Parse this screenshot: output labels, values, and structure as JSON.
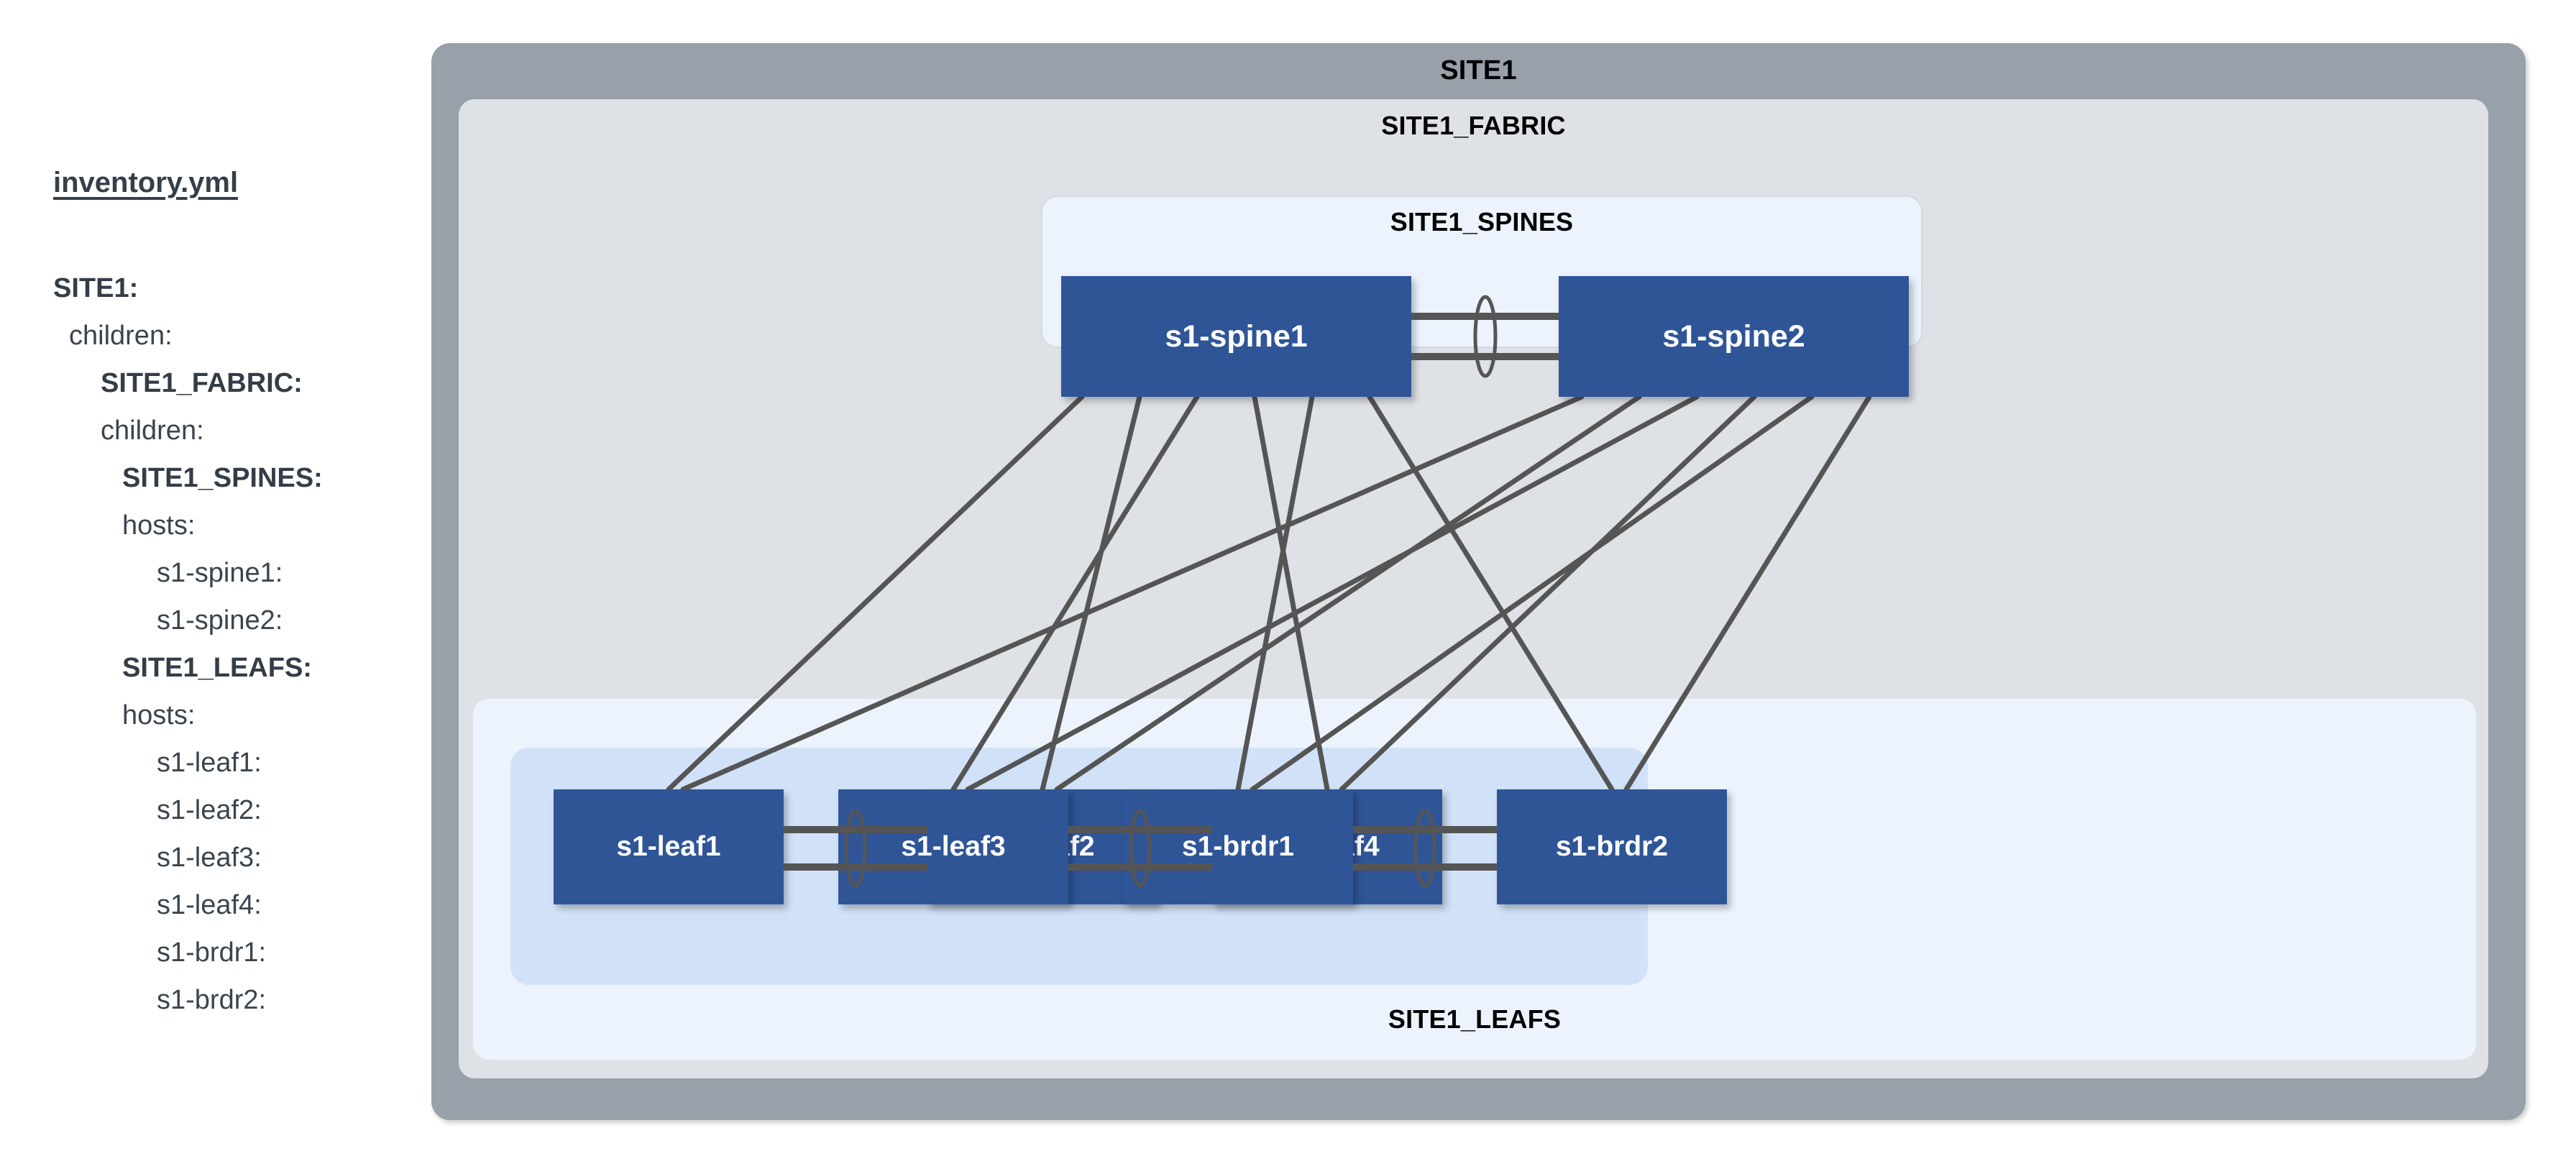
{
  "yaml_panel": {
    "title": "inventory.yml",
    "lines": [
      {
        "text": "SITE1:",
        "indent": 0,
        "bold": true
      },
      {
        "text": "children:",
        "indent": 1,
        "bold": false
      },
      {
        "text": "SITE1_FABRIC:",
        "indent": 2,
        "bold": true
      },
      {
        "text": "children:",
        "indent": 2,
        "bold": false
      },
      {
        "text": "SITE1_SPINES:",
        "indent": 3,
        "bold": true
      },
      {
        "text": "hosts:",
        "indent": 3,
        "bold": false
      },
      {
        "text": "s1-spine1:",
        "indent": 4,
        "bold": false
      },
      {
        "text": "s1-spine2:",
        "indent": 4,
        "bold": false
      },
      {
        "text": "SITE1_LEAFS:",
        "indent": 3,
        "bold": true
      },
      {
        "text": "hosts:",
        "indent": 3,
        "bold": false
      },
      {
        "text": "s1-leaf1:",
        "indent": 4,
        "bold": false
      },
      {
        "text": "s1-leaf2:",
        "indent": 4,
        "bold": false
      },
      {
        "text": "s1-leaf3:",
        "indent": 4,
        "bold": false
      },
      {
        "text": "s1-leaf4:",
        "indent": 4,
        "bold": false
      },
      {
        "text": "s1-brdr1:",
        "indent": 4,
        "bold": false
      },
      {
        "text": "s1-brdr2:",
        "indent": 4,
        "bold": false
      }
    ]
  },
  "diagram": {
    "containers": {
      "site": "SITE1",
      "fabric": "SITE1_FABRIC",
      "spines": "SITE1_SPINES",
      "leafs": "SITE1_LEAFS"
    },
    "nodes": {
      "s1_spine1": "s1-spine1",
      "s1_spine2": "s1-spine2",
      "s1_leaf1": "s1-leaf1",
      "s1_leaf2": "s1-leaf2",
      "s1_leaf3": "s1-leaf3",
      "s1_leaf4": "s1-leaf4",
      "s1_brdr1": "s1-brdr1",
      "s1_brdr2": "s1-brdr2"
    },
    "mlag_pairs": [
      [
        "s1-spine1",
        "s1-spine2"
      ],
      [
        "s1-leaf1",
        "s1-leaf2"
      ],
      [
        "s1-leaf3",
        "s1-leaf4"
      ],
      [
        "s1-brdr1",
        "s1-brdr2"
      ]
    ],
    "uplinks": [
      [
        "s1-spine1",
        "s1-leaf1"
      ],
      [
        "s1-spine1",
        "s1-leaf2"
      ],
      [
        "s1-spine1",
        "s1-leaf3"
      ],
      [
        "s1-spine1",
        "s1-leaf4"
      ],
      [
        "s1-spine1",
        "s1-brdr1"
      ],
      [
        "s1-spine1",
        "s1-brdr2"
      ],
      [
        "s1-spine2",
        "s1-leaf1"
      ],
      [
        "s1-spine2",
        "s1-leaf2"
      ],
      [
        "s1-spine2",
        "s1-leaf3"
      ],
      [
        "s1-spine2",
        "s1-leaf4"
      ],
      [
        "s1-spine2",
        "s1-brdr1"
      ],
      [
        "s1-spine2",
        "s1-brdr2"
      ]
    ],
    "colors": {
      "site_bg": "#98a0aa",
      "fabric_bg": "#dee1e5",
      "group_bg": "#ecf3fd",
      "pair_bg": "#d1e2f8",
      "node_fill": "#2f5597",
      "node_text": "#ffffff",
      "link": "#555555",
      "yaml_text": "#3b444e"
    }
  }
}
